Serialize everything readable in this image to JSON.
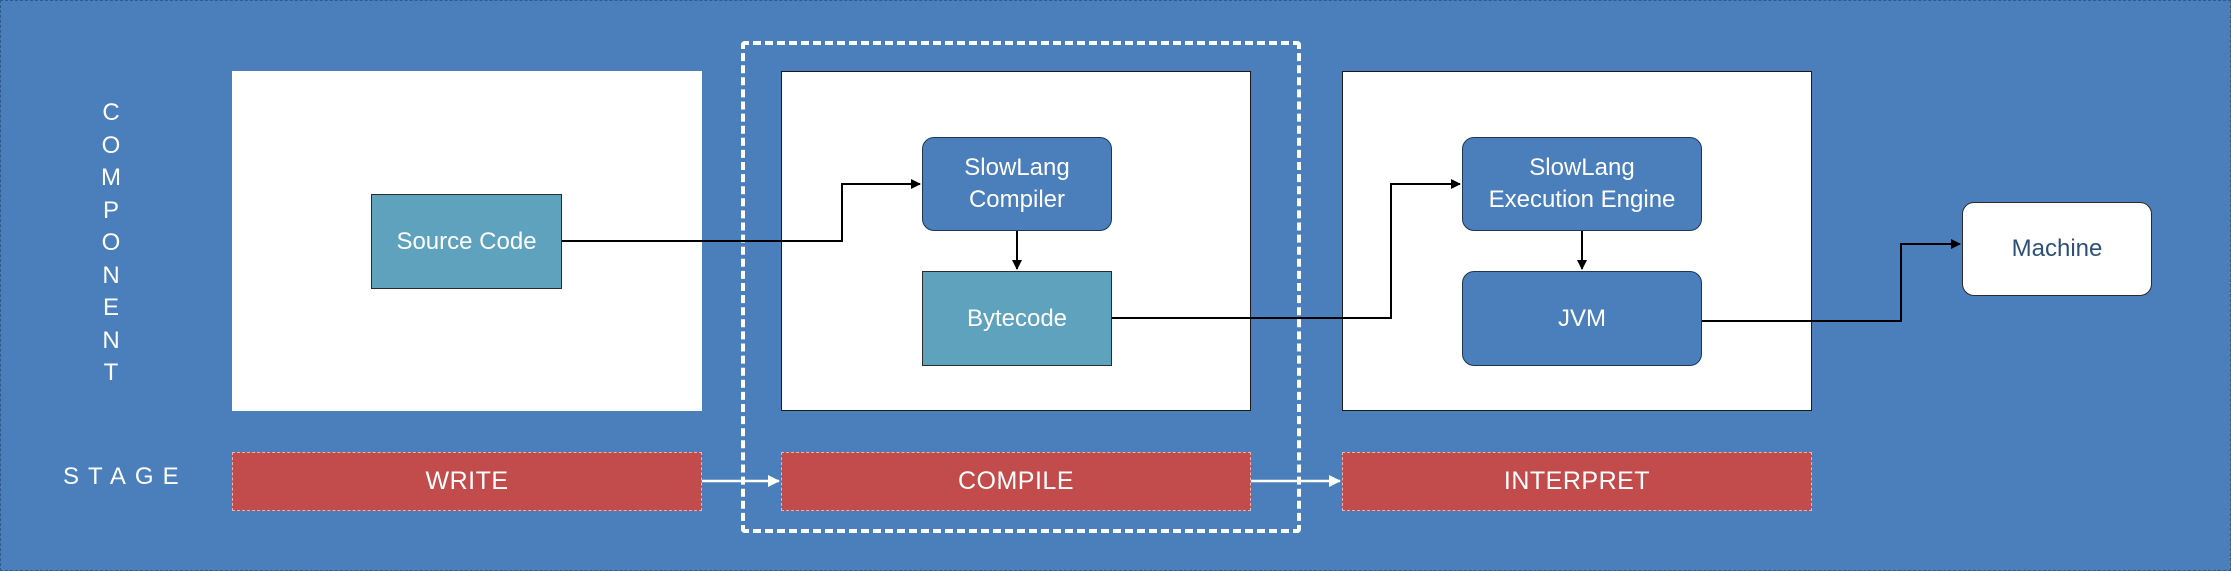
{
  "labels": {
    "component": "COMPONENT",
    "stage": "STAGE"
  },
  "nodes": {
    "source_code": "Source Code",
    "compiler": "SlowLang\nCompiler",
    "bytecode": "Bytecode",
    "execution_engine": "SlowLang\nExecution Engine",
    "jvm": "JVM",
    "machine": "Machine"
  },
  "stages": {
    "write": "WRITE",
    "compile": "COMPILE",
    "interpret": "INTERPRET"
  },
  "colors": {
    "background": "#4a7fbb",
    "teal_node": "#5fa2bd",
    "stage_red": "#c24c4c",
    "panel_white": "#ffffff",
    "machine_text": "#2e5078"
  }
}
